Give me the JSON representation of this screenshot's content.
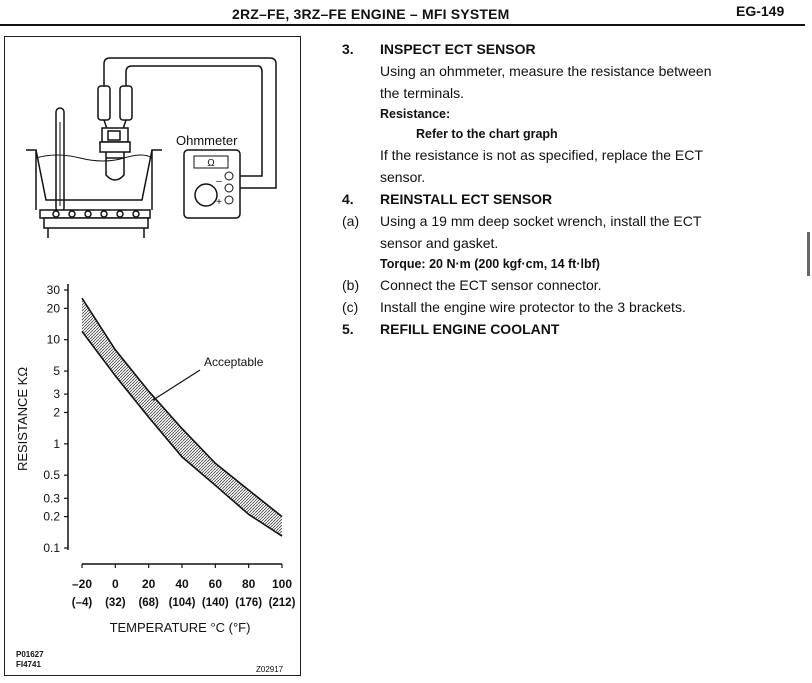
{
  "header": {
    "title": "2RZ–FE, 3RZ–FE ENGINE – MFI SYSTEM",
    "page_number": "EG-149"
  },
  "figure": {
    "ohmmeter_label": "Ohmmeter",
    "ohm_symbol": "Ω",
    "minus_sign": "–",
    "plus_sign": "+",
    "code_left_1": "P01627",
    "code_left_2": "FI4741",
    "code_right": "Z02917"
  },
  "chart_data": {
    "type": "area",
    "ylabel": "RESISTANCE KΩ",
    "xlabel": "TEMPERATURE °C (°F)",
    "y_scale": "log",
    "ylim": [
      0.1,
      30
    ],
    "xlim": [
      -20,
      100
    ],
    "y_ticks": [
      {
        "value": 30,
        "label": "30"
      },
      {
        "value": 20,
        "label": "20"
      },
      {
        "value": 10,
        "label": "10"
      },
      {
        "value": 5,
        "label": "5"
      },
      {
        "value": 3,
        "label": "3"
      },
      {
        "value": 2,
        "label": "2"
      },
      {
        "value": 1,
        "label": "1"
      },
      {
        "value": 0.5,
        "label": "0.5"
      },
      {
        "value": 0.3,
        "label": "0.3"
      },
      {
        "value": 0.2,
        "label": "0.2"
      },
      {
        "value": 0.1,
        "label": "0.1"
      }
    ],
    "x_ticks": [
      {
        "value": -20,
        "label": "–20",
        "sublabel": "(–4)"
      },
      {
        "value": 0,
        "label": "0",
        "sublabel": "(32)"
      },
      {
        "value": 20,
        "label": "20",
        "sublabel": "(68)"
      },
      {
        "value": 40,
        "label": "40",
        "sublabel": "(104)"
      },
      {
        "value": 60,
        "label": "60",
        "sublabel": "(140)"
      },
      {
        "value": 80,
        "label": "80",
        "sublabel": "(176)"
      },
      {
        "value": 100,
        "label": "100",
        "sublabel": "(212)"
      }
    ],
    "band_label": "Acceptable",
    "band": {
      "x": [
        -20,
        0,
        20,
        40,
        60,
        80,
        100
      ],
      "upper": [
        25,
        8,
        3.2,
        1.4,
        0.65,
        0.36,
        0.2
      ],
      "lower": [
        12,
        4.5,
        1.8,
        0.75,
        0.4,
        0.21,
        0.13
      ]
    }
  },
  "steps": {
    "s3": {
      "num": "3.",
      "title": "INSPECT ECT SENSOR",
      "line1": "Using an ohmmeter, measure the resistance between",
      "line2": "the terminals.",
      "spec_label": "Resistance:",
      "spec_value": "Refer to the chart graph",
      "line3": "If the resistance is not as specified, replace the ECT",
      "line4": "sensor."
    },
    "s4": {
      "num": "4.",
      "title": "REINSTALL ECT SENSOR",
      "a_label": "(a)",
      "a_line1": "Using a 19 mm deep socket wrench, install the ECT",
      "a_line2": "sensor and gasket.",
      "torque": "Torque: 20 N·m (200 kgf·cm, 14 ft·lbf)",
      "b_label": "(b)",
      "b_text": "Connect the ECT sensor connector.",
      "c_label": "(c)",
      "c_text": "Install the engine wire protector to the 3 brackets."
    },
    "s5": {
      "num": "5.",
      "title": "REFILL ENGINE COOLANT"
    }
  }
}
